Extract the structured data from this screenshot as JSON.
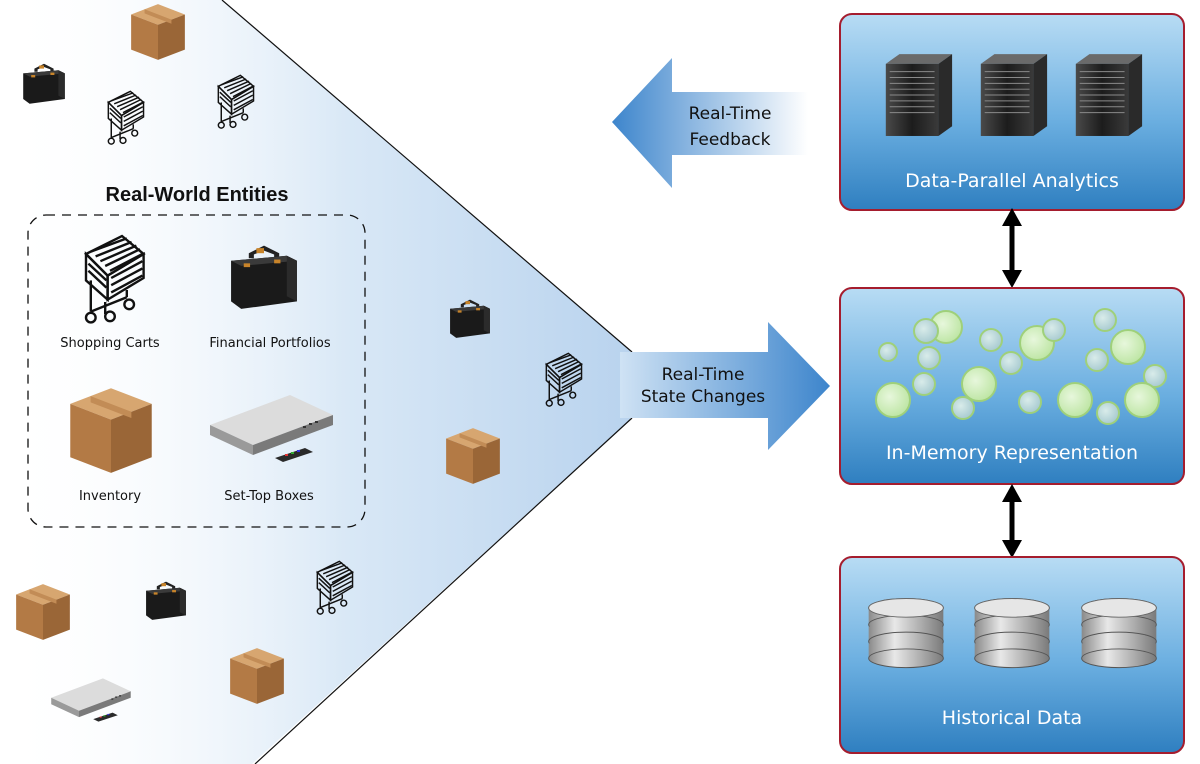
{
  "entities_panel": {
    "title": "Real-World Entities",
    "items": [
      {
        "label": "Shopping Carts",
        "icon": "shopping-cart-icon"
      },
      {
        "label": "Financial Portfolios",
        "icon": "briefcase-icon"
      },
      {
        "label": "Inventory",
        "icon": "box-icon"
      },
      {
        "label": "Set-Top Boxes",
        "icon": "set-top-box-icon"
      }
    ]
  },
  "arrows": {
    "feedback": {
      "line1": "Real-Time",
      "line2": "Feedback"
    },
    "state_changes": {
      "line1": "Real-Time",
      "line2": "State Changes"
    }
  },
  "boxes": {
    "analytics": {
      "label": "Data-Parallel Analytics",
      "icon": "server-icon"
    },
    "memory": {
      "label": "In-Memory Representation",
      "icon": "memory-bubble-icon"
    },
    "historical": {
      "label": "Historical Data",
      "icon": "database-icon"
    }
  },
  "colors": {
    "box_border": "#a51d2e",
    "box_fill_top": "#b8dcf4",
    "box_fill_bottom": "#2f7fc0",
    "arrow_fill": "#4a8fd0",
    "bubble_green": "#c4ee9a",
    "box_brown": "#b37a45"
  }
}
